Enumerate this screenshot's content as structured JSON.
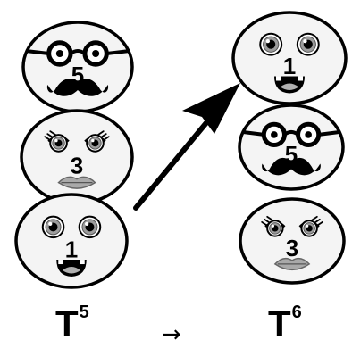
{
  "left": {
    "label_base": "T",
    "label_exp": "5",
    "faces": [
      {
        "type": "glasses-mustache",
        "number": "5"
      },
      {
        "type": "lashes-lips",
        "number": "3"
      },
      {
        "type": "plain-eyes",
        "number": "1"
      }
    ]
  },
  "right": {
    "label_base": "T",
    "label_exp": "6",
    "faces": [
      {
        "type": "plain-eyes",
        "number": "1"
      },
      {
        "type": "glasses-mustache",
        "number": "5"
      },
      {
        "type": "lashes-lips",
        "number": "3"
      }
    ]
  },
  "transition_symbol": "→",
  "colors": {
    "outline": "#000000",
    "face_fill": "#f4f4f4",
    "iris": "#9c9c9c",
    "lips": "#a9a9a9",
    "mouth_inner": "#b0b0b0"
  }
}
